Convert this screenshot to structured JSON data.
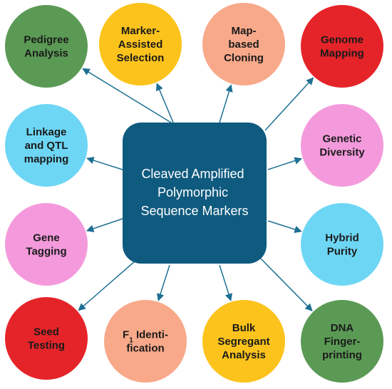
{
  "center": {
    "lines": [
      "Cleaved Amplified",
      "Polymorphic",
      "Sequence Markers"
    ],
    "color": "#0f5a7f"
  },
  "arrow_color": "#1d6f93",
  "nodes": [
    {
      "id": "pedigree-analysis",
      "lines": [
        "Pedigree",
        "Analysis"
      ],
      "color": "#5b9a55"
    },
    {
      "id": "marker-assisted-selection",
      "lines": [
        "Marker-",
        "Assisted",
        "Selection"
      ],
      "color": "#fcc31c"
    },
    {
      "id": "map-based-cloning",
      "lines": [
        "Map-",
        "based",
        "Cloning"
      ],
      "color": "#f8a98a"
    },
    {
      "id": "genome-mapping",
      "lines": [
        "Genome",
        "Mapping"
      ],
      "color": "#e52429"
    },
    {
      "id": "linkage-and-qtl-mapping",
      "lines": [
        "Linkage",
        "and QTL",
        "mapping"
      ],
      "color": "#6ed6f5"
    },
    {
      "id": "genetic-diversity",
      "lines": [
        "Genetic",
        "Diversity"
      ],
      "color": "#f49adc"
    },
    {
      "id": "gene-tagging",
      "lines": [
        "Gene",
        "Tagging"
      ],
      "color": "#f49adc"
    },
    {
      "id": "hybrid-purity",
      "lines": [
        "Hybrid",
        "Purity"
      ],
      "color": "#6ed6f5"
    },
    {
      "id": "seed-testing",
      "lines": [
        "Seed",
        "Testing"
      ],
      "color": "#e52429"
    },
    {
      "id": "f1-identification",
      "lines": [
        "F1 Identi-",
        "fication"
      ],
      "color": "#f8a98a"
    },
    {
      "id": "bulk-segregant-analysis",
      "lines": [
        "Bulk",
        "Segregant",
        "Analysis"
      ],
      "color": "#fcc31c"
    },
    {
      "id": "dna-fingerprinting",
      "lines": [
        "DNA",
        "Finger-",
        "printing"
      ],
      "color": "#5b9a55"
    }
  ]
}
